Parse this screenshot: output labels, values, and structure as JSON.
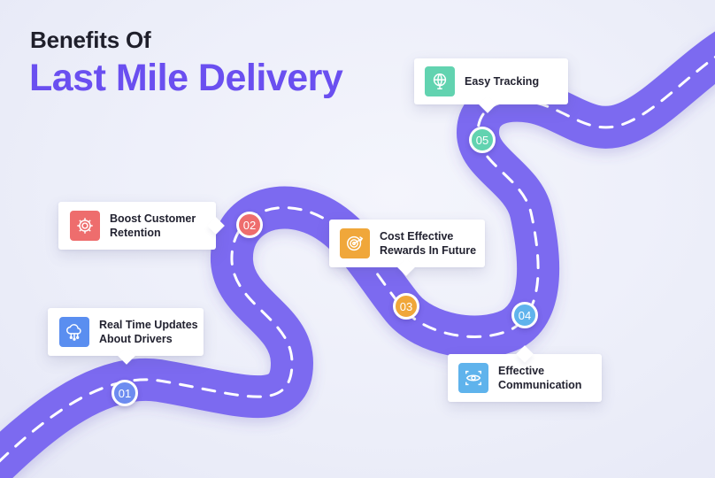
{
  "title": {
    "line1": "Benefits Of",
    "line2": "Last Mile Delivery"
  },
  "colors": {
    "road": "#7c6bf0",
    "title_accent": "#6a4ff0",
    "marker_01": "#6d8cf0",
    "marker_02": "#ee6d6d",
    "marker_03": "#f0a73a",
    "marker_04": "#5fb3ec",
    "marker_05": "#62d3b0"
  },
  "steps": [
    {
      "number": "01",
      "label": "Real Time Updates\nAbout Drivers",
      "icon": "cloud-network-icon",
      "icon_color": "#5a8ef0"
    },
    {
      "number": "02",
      "label": "Boost Customer\nRetention",
      "icon": "gear-icon",
      "icon_color": "#ee6d6d"
    },
    {
      "number": "03",
      "label": "Cost Effective\nRewards In Future",
      "icon": "target-icon",
      "icon_color": "#f0a73a"
    },
    {
      "number": "04",
      "label": "Effective\nCommunication",
      "icon": "eye-scan-icon",
      "icon_color": "#5fb3ec"
    },
    {
      "number": "05",
      "label": "Easy Tracking",
      "icon": "globe-pin-icon",
      "icon_color": "#62d3b0"
    }
  ]
}
